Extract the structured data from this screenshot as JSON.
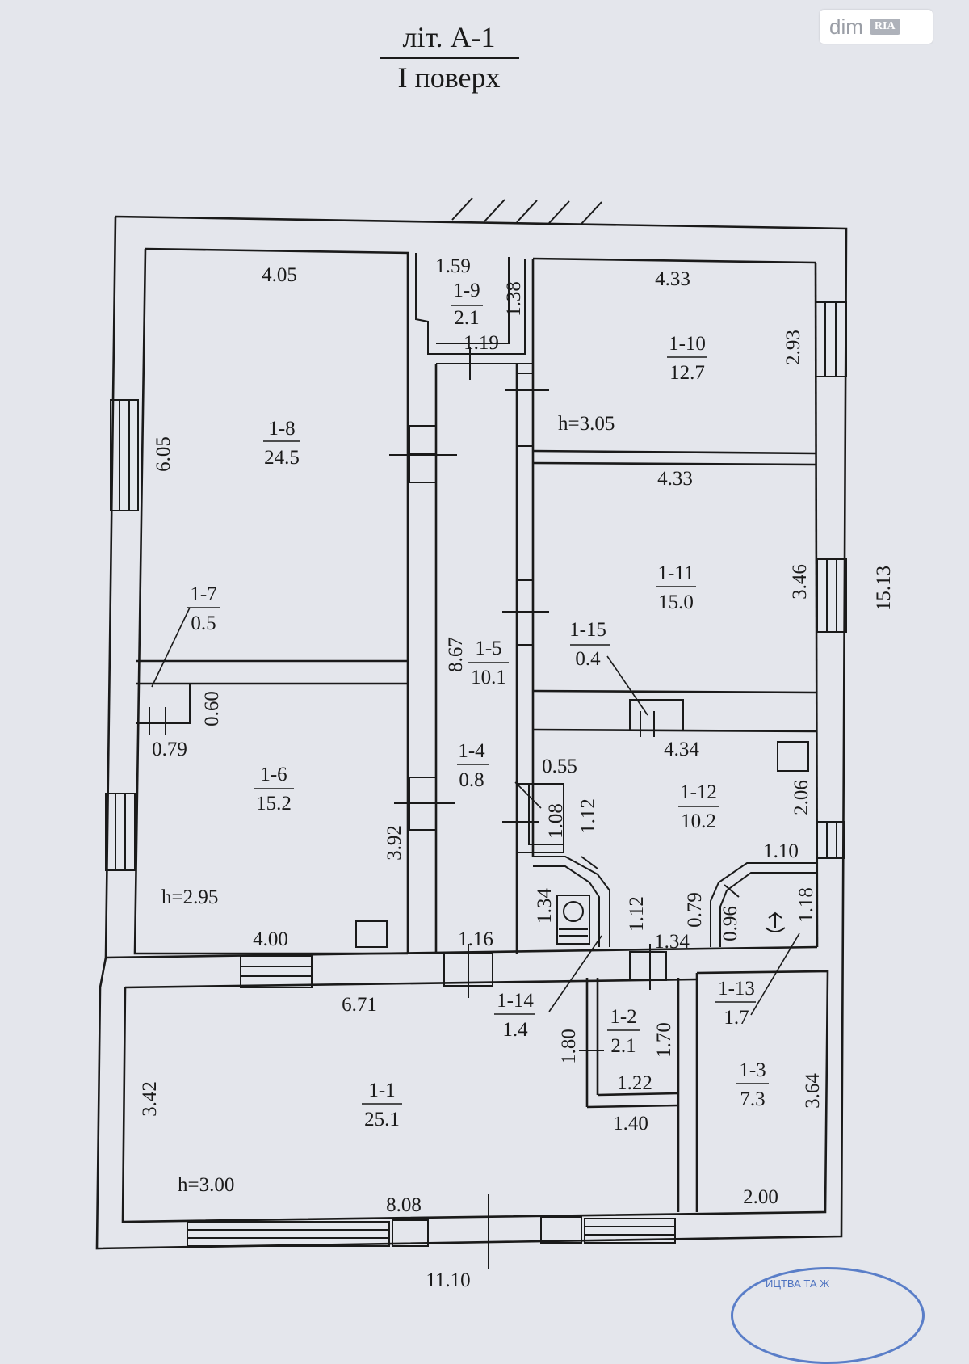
{
  "header": {
    "line1": "літ. А-1",
    "line2": "І поверх"
  },
  "watermark": {
    "brand": "dim",
    "badge": "RIA"
  },
  "stamp": {
    "text": "ИЦТВА ТА Ж"
  },
  "rooms": [
    {
      "id": "1-1",
      "area": "25.1"
    },
    {
      "id": "1-2",
      "area": "2.1"
    },
    {
      "id": "1-3",
      "area": "7.3"
    },
    {
      "id": "1-4",
      "area": "0.8"
    },
    {
      "id": "1-5",
      "area": "10.1"
    },
    {
      "id": "1-6",
      "area": "15.2"
    },
    {
      "id": "1-7",
      "area": "0.5"
    },
    {
      "id": "1-8",
      "area": "24.5"
    },
    {
      "id": "1-9",
      "area": "2.1"
    },
    {
      "id": "1-10",
      "area": "12.7"
    },
    {
      "id": "1-11",
      "area": "15.0"
    },
    {
      "id": "1-12",
      "area": "10.2"
    },
    {
      "id": "1-13",
      "area": "1.7"
    },
    {
      "id": "1-14",
      "area": "1.4"
    },
    {
      "id": "1-15",
      "area": "0.4"
    }
  ],
  "heights": {
    "h1": "h=3.05",
    "h2": "h=2.95",
    "h3": "h=3.00"
  },
  "dimensions": {
    "d_4_05": "4.05",
    "d_1_59": "1.59",
    "d_1_38": "1.38",
    "d_1_19": "1.19",
    "d_4_33_top": "4.33",
    "d_2_93": "2.93",
    "d_6_05": "6.05",
    "d_4_33_mid": "4.33",
    "d_15_13": "15.13",
    "d_3_46": "3.46",
    "d_8_67": "8.67",
    "d_0_60": "0.60",
    "d_0_79_left": "0.79",
    "d_4_34": "4.34",
    "d_0_55": "0.55",
    "d_2_06": "2.06",
    "d_1_08": "1.08",
    "d_1_12_a": "1.12",
    "d_3_92": "3.92",
    "d_1_10": "1.10",
    "d_1_34_a": "1.34",
    "d_1_12_b": "1.12",
    "d_0_79_right": "0.79",
    "d_0_96": "0.96",
    "d_1_18": "1.18",
    "d_4_00": "4.00",
    "d_1_16": "1.16",
    "d_1_34_b": "1.34",
    "d_6_71": "6.71",
    "d_1_80": "1.80",
    "d_1_70": "1.70",
    "d_1_22": "1.22",
    "d_3_42": "3.42",
    "d_3_64": "3.64",
    "d_1_40": "1.40",
    "d_2_00": "2.00",
    "d_8_08": "8.08",
    "d_11_10": "11.10"
  }
}
